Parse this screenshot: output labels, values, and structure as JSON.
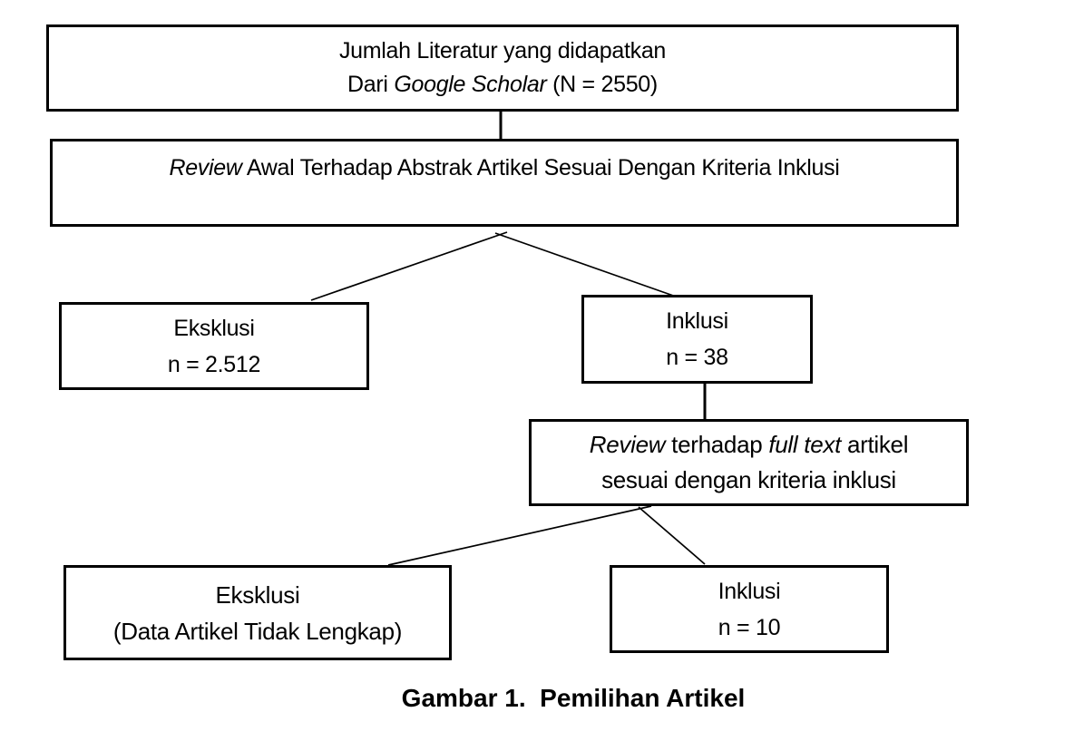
{
  "figure": {
    "caption": "Gambar 1.  Pemilihan Artikel"
  },
  "nodes": {
    "source": {
      "line1": "Jumlah Literatur yang didapatkan",
      "line2_pre": "Dari ",
      "line2_italic": "Google Scholar",
      "line2_post": " (N = 2550)"
    },
    "review_abstract": {
      "italic": "Review",
      "rest": " Awal Terhadap Abstrak Artikel Sesuai Dengan Kriteria Inklusi"
    },
    "eksklusi_awal": {
      "line1": "Eksklusi",
      "line2": "n = 2.512"
    },
    "inklusi_awal": {
      "line1": "Inklusi",
      "line2": "n = 38"
    },
    "review_fulltext": {
      "italic1": "Review",
      "mid": " terhadap ",
      "italic2": "full text",
      "post": " artikel",
      "line2": "sesuai dengan kriteria inklusi"
    },
    "eksklusi_fulltext": {
      "line1": "Eksklusi",
      "line2": "(Data Artikel Tidak Lengkap)"
    },
    "inklusi_fulltext": {
      "line1": "Inklusi",
      "line2": "n = 10"
    }
  },
  "colors": {
    "line": "#000000",
    "background": "#ffffff",
    "text": "#000000"
  }
}
